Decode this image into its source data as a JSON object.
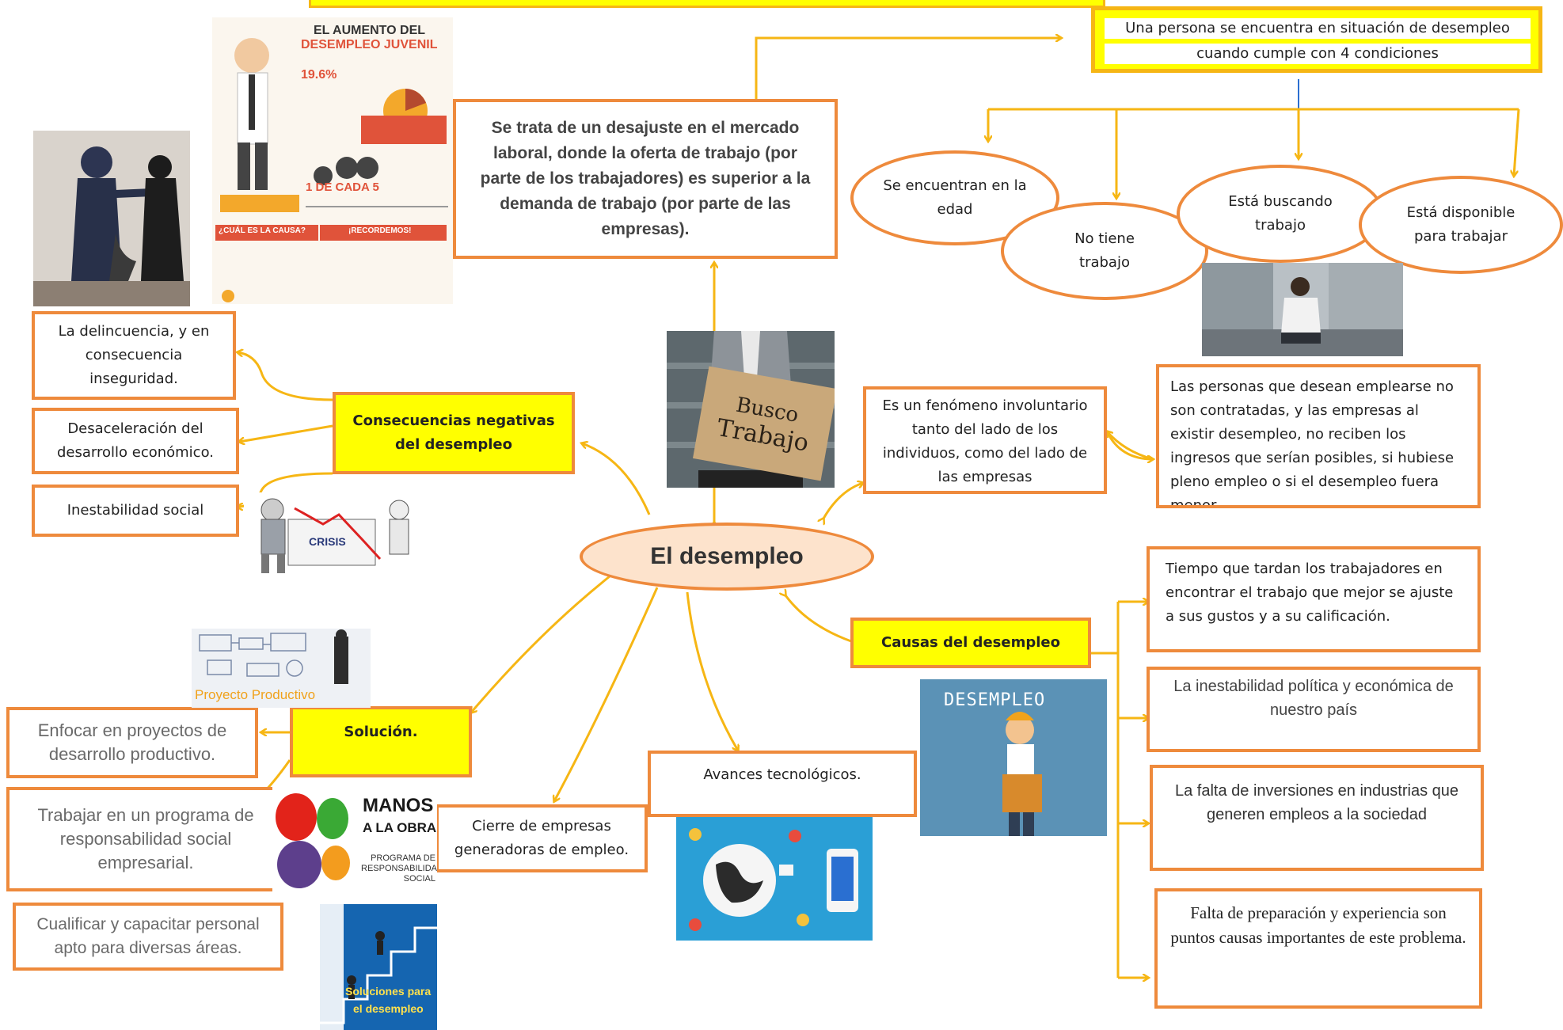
{
  "central": "El desempleo",
  "definition": "Se trata de un desajuste en el mercado laboral, donde la oferta de trabajo (por parte de los trabajadores) es superior a la demanda de trabajo (por parte de las empresas).",
  "conditions": {
    "line1": "Una persona se encuentra en situación de desempleo",
    "line2": "cuando cumple con 4 condiciones",
    "items": [
      "Se encuentran en la edad",
      "No tiene trabajo",
      "Está buscando trabajo",
      "Está disponible para trabajar"
    ]
  },
  "phenomenon": {
    "text": "Es un fenómeno involuntario tanto del lado de los individuos, como del lado de las empresas",
    "detail": "Las personas que desean emplearse no son contratadas, y las empresas al existir desempleo, no reciben los ingresos que serían posibles, si hubiese pleno empleo o si el desempleo fuera menor."
  },
  "consequences": {
    "title": "Consecuencias negativas del desempleo",
    "items": [
      "La delincuencia, y en consecuencia inseguridad.",
      "Desaceleración del desarrollo económico.",
      "Inestabilidad social"
    ]
  },
  "causes": {
    "title": "Causas del desempleo",
    "items": [
      "Tiempo que tardan los trabajadores en encontrar el trabajo que mejor se ajuste a sus gustos y a su calificación.",
      "La inestabilidad política y económica de nuestro país",
      "La falta de inversiones en industrias que generen empleos a la sociedad",
      "Falta de preparación y experiencia son puntos causas importantes de este problema."
    ]
  },
  "branches": {
    "tech": "Avances tecnológicos.",
    "closure": "Cierre de empresas generadoras de empleo."
  },
  "solution": {
    "title": "Solución.",
    "items": [
      "Enfocar en proyectos de desarrollo productivo.",
      "Trabajar en un programa de responsabilidad social empresarial.",
      "Cualificar y capacitar personal apto para diversas áreas."
    ]
  },
  "images": {
    "infographic": {
      "title1": "EL AUMENTO DEL",
      "title2": "DESEMPLEO JUVENIL",
      "stat": "19.6%",
      "stat2": "1 DE CADA 5",
      "q": "¿CUÁL ES LA CAUSA?",
      "r": "¡RECORDEMOS!"
    },
    "sign": {
      "line1": "Busco",
      "line2": "Trabajo"
    },
    "crisis": "CRISIS",
    "proyecto": "Proyecto Productivo",
    "manos": {
      "line1": "MANOS",
      "line2": "A LA OBRA",
      "sub": "PROGRAMA DE RESPONSABILIDAD SOCIAL"
    },
    "desempleo_card": "DESEMPLEO",
    "soluciones": {
      "line1": "Soluciones para",
      "line2": "el desempleo"
    }
  },
  "colors": {
    "accent": "#ee8a3c",
    "connector": "#f6b614",
    "highlight": "#ffff00"
  }
}
